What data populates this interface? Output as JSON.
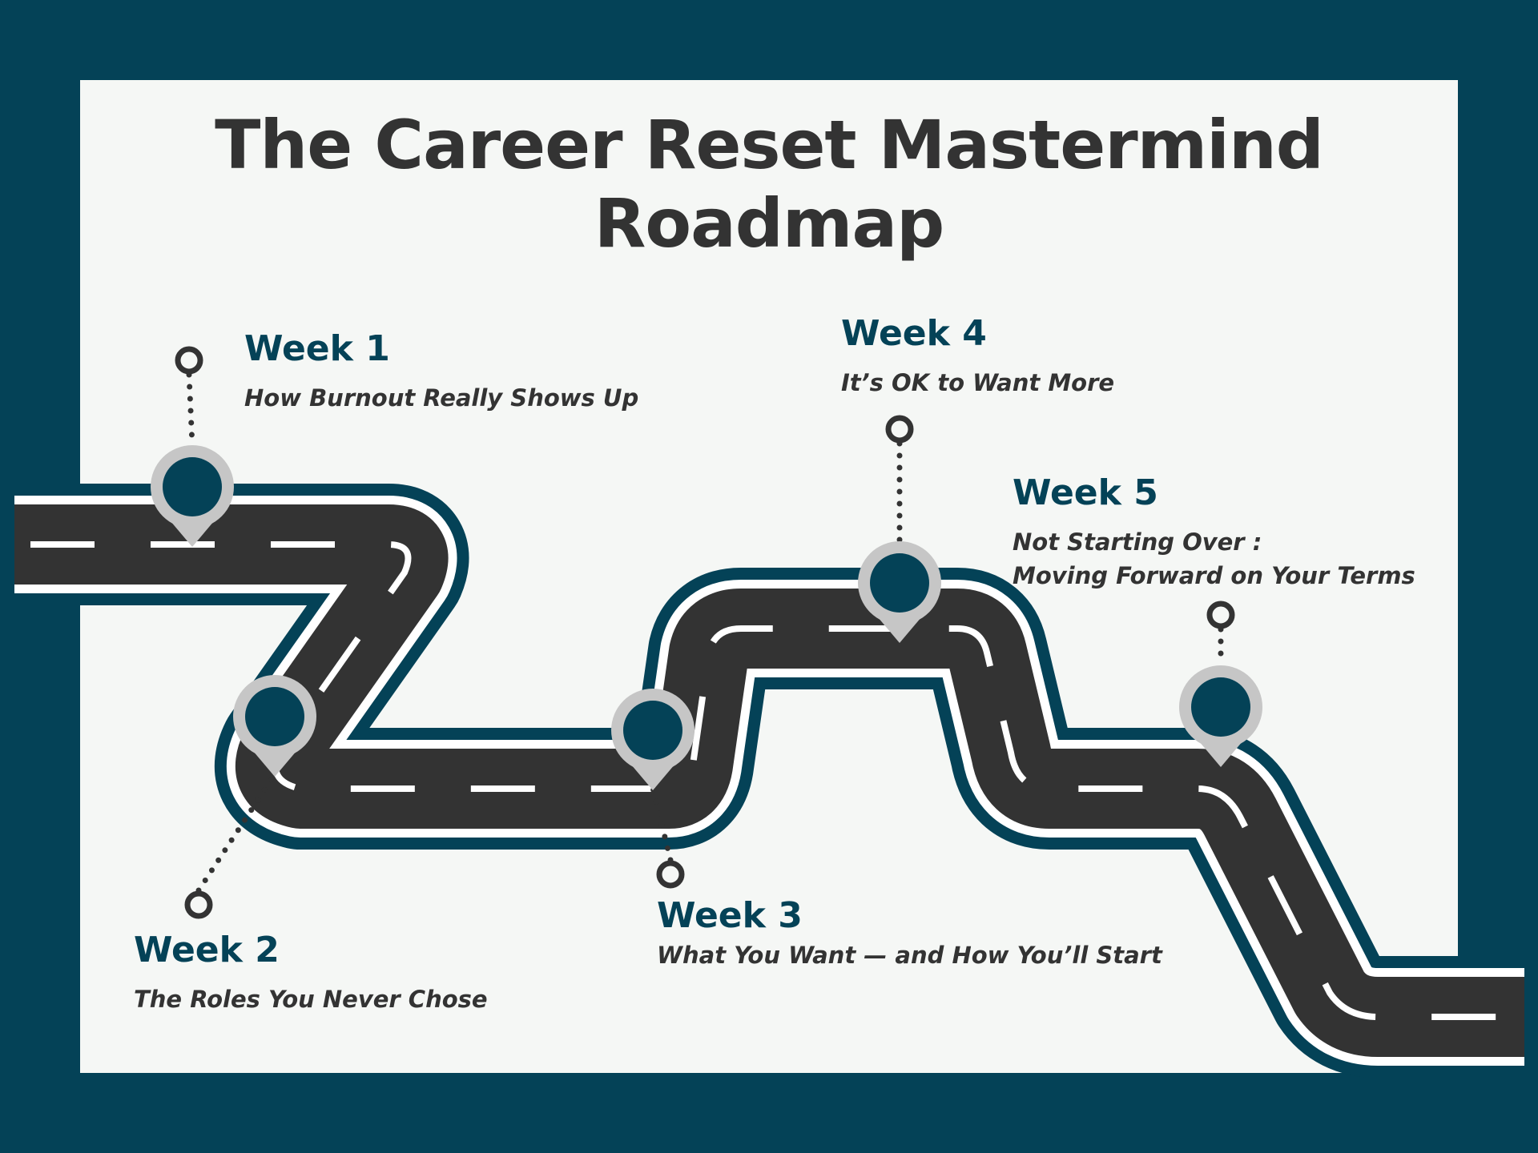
{
  "title": "The Career Reset Mastermind Roadmap",
  "colors": {
    "background": "#044257",
    "panel": "#f5f7f5",
    "road": "#333333",
    "road_edge": "#ffffff",
    "road_shadow": "#044257",
    "pin_outer": "#c6c6c6",
    "pin_inner": "#044257",
    "week_label": "#044257",
    "topic_text": "#333333"
  },
  "milestones": [
    {
      "week": "Week 1",
      "topic": "How Burnout Really Shows Up"
    },
    {
      "week": "Week 2",
      "topic": "The Roles You Never Chose"
    },
    {
      "week": "Week 3",
      "topic": "What You Want — and How You’ll Start"
    },
    {
      "week": "Week 4",
      "topic": "It’s OK to Want More"
    },
    {
      "week": "Week 5",
      "topic_lines": [
        "Not Starting Over :",
        "Moving Forward on Your Terms"
      ]
    }
  ],
  "icons": [
    "map-pin-icon",
    "waypoint-ring-icon"
  ]
}
